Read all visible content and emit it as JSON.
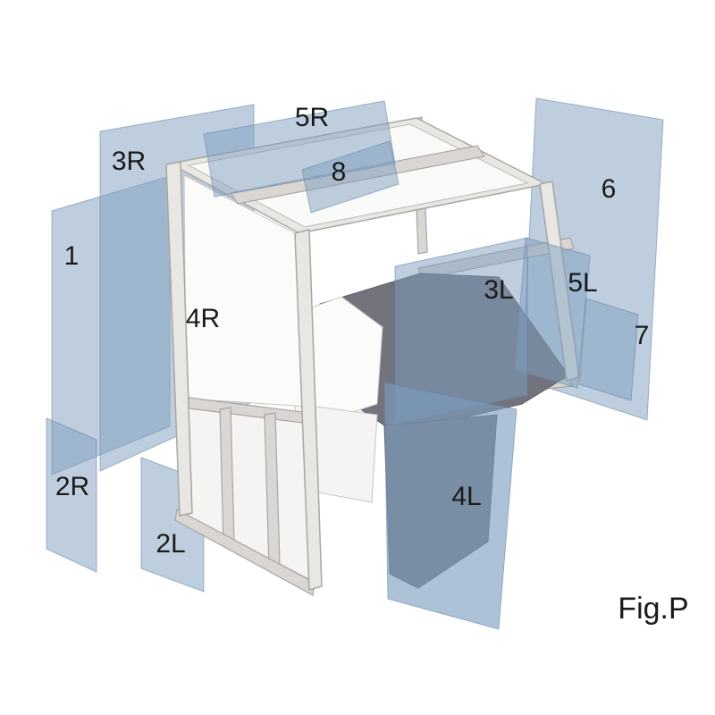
{
  "figure": {
    "caption": "Fig.P",
    "labels": [
      {
        "id": "1"
      },
      {
        "id": "2R"
      },
      {
        "id": "2L"
      },
      {
        "id": "3R"
      },
      {
        "id": "4R"
      },
      {
        "id": "5R"
      },
      {
        "id": "8"
      },
      {
        "id": "3L"
      },
      {
        "id": "5L"
      },
      {
        "id": "6"
      },
      {
        "id": "7"
      },
      {
        "id": "4L"
      }
    ]
  },
  "colors": {
    "glass": "#7d9dbe",
    "glass-edge": "#5f82a5",
    "frame-light": "#e9e7e4",
    "frame-mid": "#d9d6d3",
    "frame-edge": "#a9a6a2",
    "interior-dark": "#73737d",
    "label": "#1a1a1a",
    "background": "#ffffff"
  }
}
